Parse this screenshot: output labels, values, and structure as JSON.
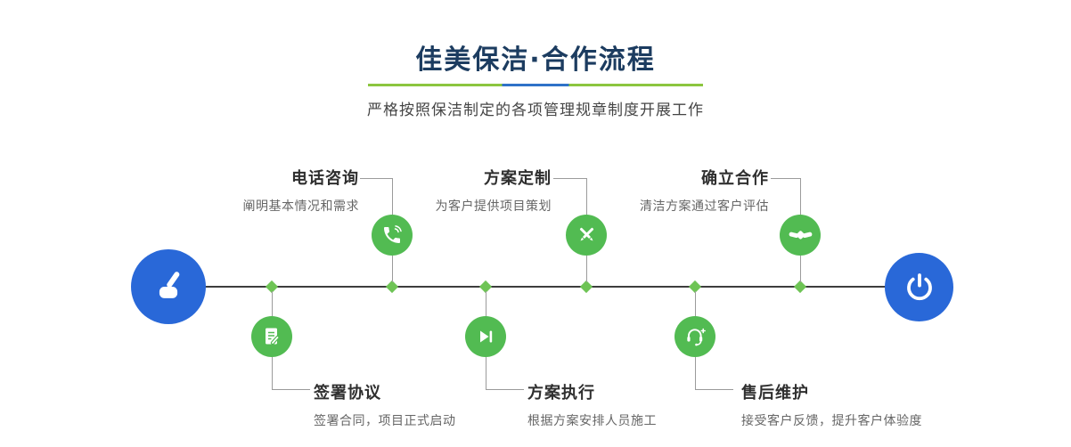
{
  "header": {
    "title": "佳美保洁·合作流程",
    "subtitle": "严格按照保洁制定的各项管理规章制度开展工作"
  },
  "colors": {
    "step_green": "#52bb52",
    "diamond_green": "#6ec455",
    "endpoint_blue": "#2968d8",
    "title_navy": "#1c3c60",
    "divider_green": "#8cc63f",
    "divider_blue": "#2f72c8",
    "timeline_line": "#3d3d3d"
  },
  "timeline": {
    "start_icon": "pointing-hand-icon",
    "end_icon": "power-icon"
  },
  "steps_top": [
    {
      "title": "电话咨询",
      "desc": "阐明基本情况和需求",
      "icon": "phone-icon"
    },
    {
      "title": "方案定制",
      "desc": "为客户提供项目策划",
      "icon": "design-pencils-icon"
    },
    {
      "title": "确立合作",
      "desc": "清洁方案通过客户评估",
      "icon": "handshake-icon"
    }
  ],
  "steps_bottom": [
    {
      "title": "签署协议",
      "desc": "签署合同，项目正式启动",
      "icon": "contract-icon"
    },
    {
      "title": "方案执行",
      "desc": "根据方案安排人员施工",
      "icon": "play-step-icon"
    },
    {
      "title": "售后维护",
      "desc": "接受客户反馈，提升客户体验度",
      "icon": "headset-icon"
    }
  ]
}
